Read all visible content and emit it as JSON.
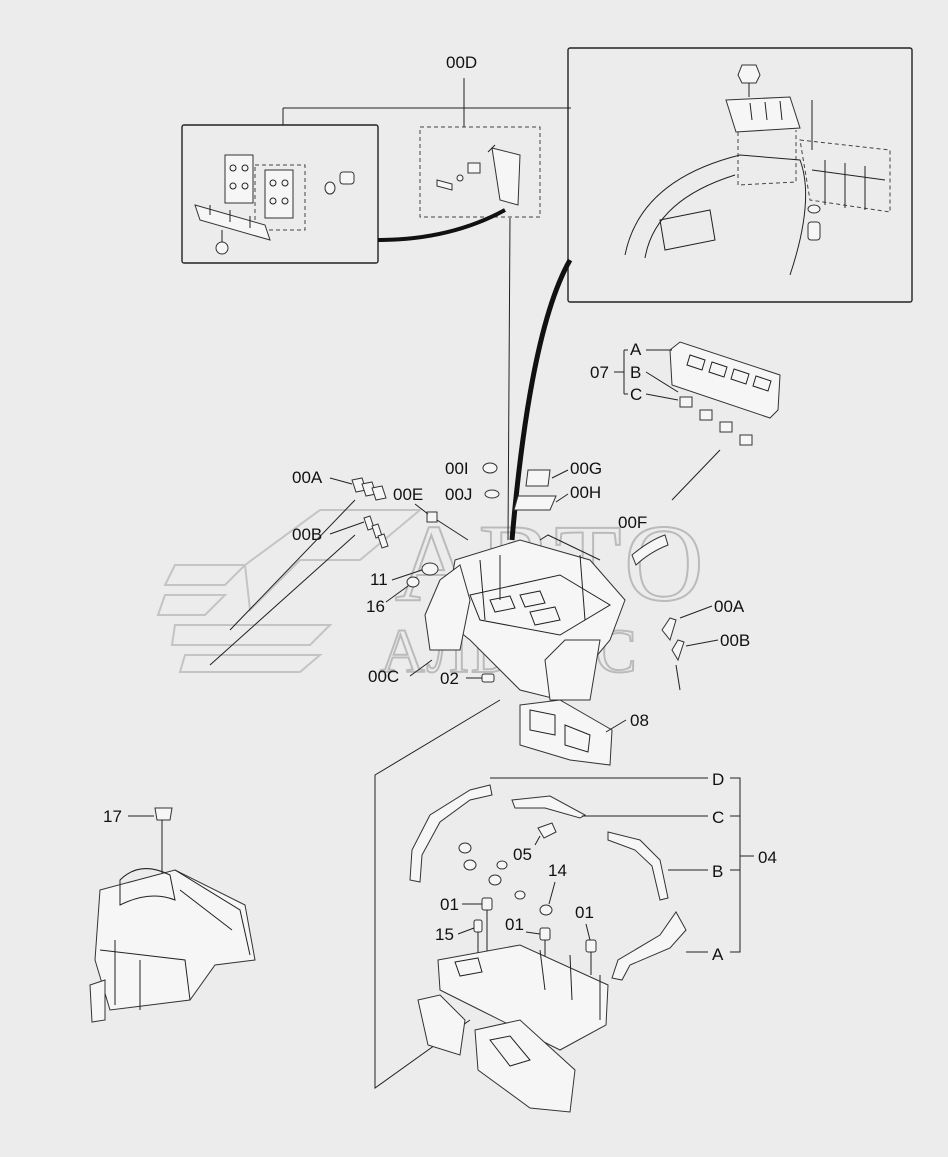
{
  "labels": {
    "l00D": "00D",
    "l07": "07",
    "l07A": "A",
    "l07B": "B",
    "l07C": "C",
    "l00I": "00I",
    "l00J": "00J",
    "l00G": "00G",
    "l00H": "00H",
    "l00A_left": "00A",
    "l00B_left": "00B",
    "l00E": "00E",
    "l00F": "00F",
    "l11": "11",
    "l16": "16",
    "l00A_right": "00A",
    "l00B_right": "00B",
    "l00C": "00C",
    "l02": "02",
    "l08": "08",
    "l17": "17",
    "l04": "04",
    "l04D": "D",
    "l04C": "C",
    "l04B": "B",
    "l04A": "A",
    "l05": "05",
    "l14": "14",
    "l01a": "01",
    "l01b": "01",
    "l01c": "01",
    "l15": "15"
  },
  "watermark": {
    "line1": "АВТО",
    "line2": "АЛЬЯНС"
  }
}
